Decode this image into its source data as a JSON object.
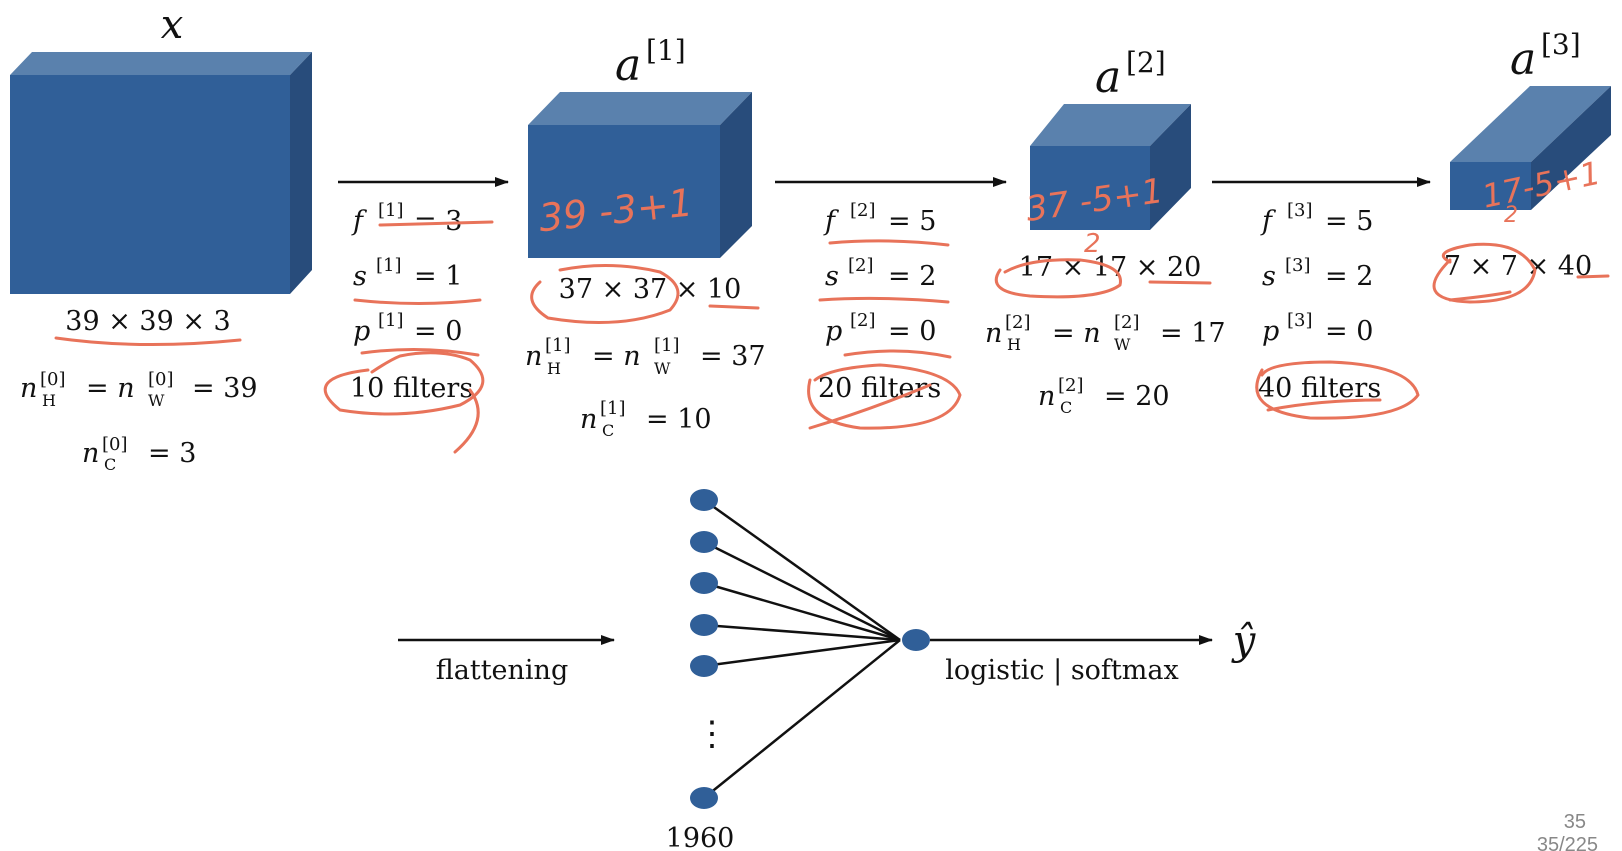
{
  "colors": {
    "cube_front": "#305f98",
    "cube_top": "#5a81ad",
    "cube_side": "#284c7b",
    "ink": "#e8735a",
    "node": "#305f98"
  },
  "layers": [
    {
      "label": "x",
      "dims": "39 × 39 × 3",
      "n_hw_lhs": "n",
      "n_hw_sub1": "H",
      "n_hw_sup": "[0]",
      "n_hw_eq": "= n",
      "n_hw_sub2": "W",
      "n_hw_sup2": "[0]",
      "n_hw_val": "= 39",
      "n_c": "n",
      "n_c_sub": "C",
      "n_c_sup": "[0]",
      "n_c_val": "= 3"
    },
    {
      "label": "a",
      "sup": "[1]",
      "dims": "37 × 37 × 10",
      "n_hw_lhs": "n",
      "n_hw_sub1": "H",
      "n_hw_sup": "[1]",
      "n_hw_eq": "= n",
      "n_hw_sub2": "W",
      "n_hw_sup2": "[1]",
      "n_hw_val": "= 37",
      "n_c": "n",
      "n_c_sub": "C",
      "n_c_sup": "[1]",
      "n_c_val": "= 10",
      "note": "39 -3+1"
    },
    {
      "label": "a",
      "sup": "[2]",
      "dims": "17 × 17 × 20",
      "n_hw_lhs": "n",
      "n_hw_sub1": "H",
      "n_hw_sup": "[2]",
      "n_hw_eq": "= n",
      "n_hw_sub2": "W",
      "n_hw_sup2": "[2]",
      "n_hw_val": "= 17",
      "n_c": "n",
      "n_c_sub": "C",
      "n_c_sup": "[2]",
      "n_c_val": "= 20",
      "note": "37 -5+1",
      "note2": "2"
    },
    {
      "label": "a",
      "sup": "[3]",
      "dims": "7 × 7 × 40",
      "note": "17-5+1",
      "note2": "2"
    }
  ],
  "convs": [
    {
      "f": "f",
      "f_sup": "[1]",
      "f_val": "= 3",
      "s": "s",
      "s_sup": "[1]",
      "s_val": "= 1",
      "p": "p",
      "p_sup": "[1]",
      "p_val": "= 0",
      "filters": "10 filters"
    },
    {
      "f": "f",
      "f_sup": "[2]",
      "f_val": "= 5",
      "s": "s",
      "s_sup": "[2]",
      "s_val": "= 2",
      "p": "p",
      "p_sup": "[2]",
      "p_val": "= 0",
      "filters": "20 filters"
    },
    {
      "f": "f",
      "f_sup": "[3]",
      "f_val": "= 5",
      "s": "s",
      "s_sup": "[3]",
      "s_val": "= 2",
      "p": "p",
      "p_sup": "[3]",
      "p_val": "= 0",
      "filters": "40 filters"
    }
  ],
  "bottom": {
    "flattening": "flattening",
    "vdots": "⋮",
    "count": "1960",
    "classifier": "logistic | softmax",
    "output": "ŷ"
  },
  "page": {
    "number": "35",
    "progress": "35/225"
  }
}
